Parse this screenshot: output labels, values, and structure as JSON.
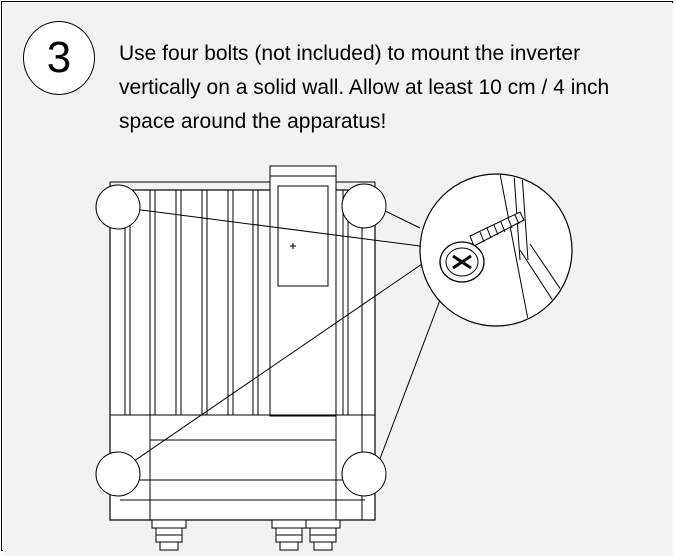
{
  "step": {
    "number": "3",
    "instruction": "Use four bolts (not included) to mount the inverter vertically on a solid wall. Allow at least 10 cm / 4 inch space around the apparatus!"
  },
  "illustration": {
    "corner_marker_count": 4,
    "cable_gland_count": 3,
    "detail_view": "mounting-bolt-magnified"
  }
}
